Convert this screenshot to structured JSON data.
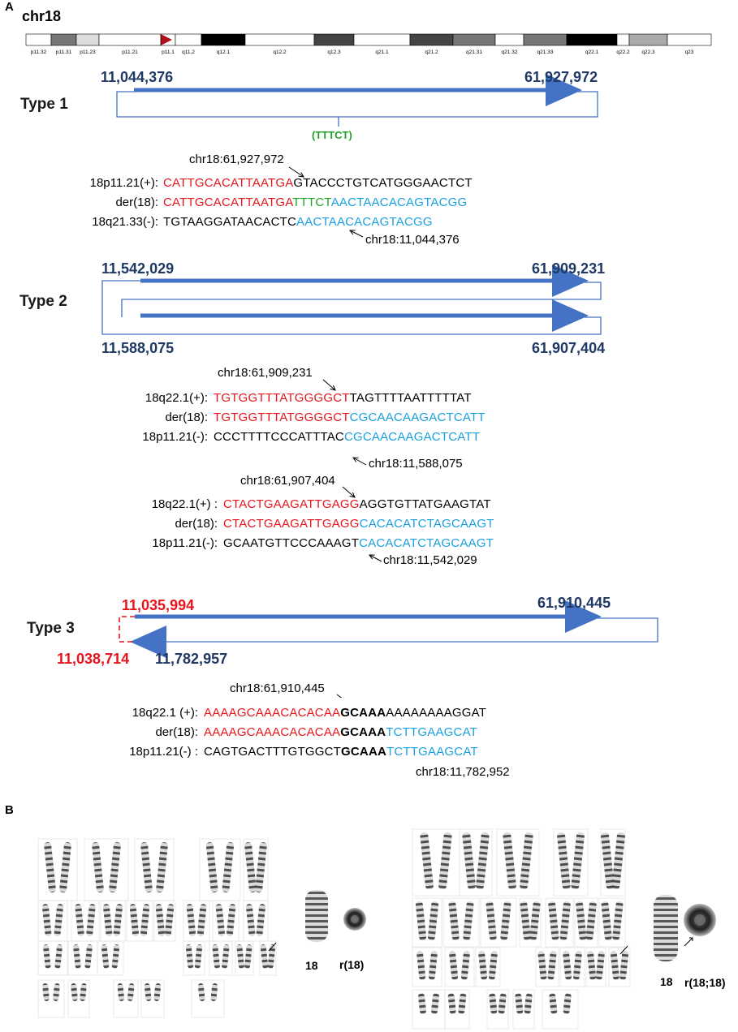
{
  "panel_a": {
    "letter": "A",
    "chromosome": "chr18",
    "bands": [
      "p11.32",
      "p11.31",
      "p11.23",
      "p11.21",
      "p11.1",
      "q11.2",
      "q12.1",
      "q12.2",
      "q12.3",
      "q21.1",
      "q21.2",
      "q21.31",
      "q21.32",
      "q21.33",
      "q22.1",
      "q22.2",
      "q22.3",
      "q23"
    ],
    "type1": {
      "label": "Type 1",
      "start": "11,044,376",
      "end": "61,927,972",
      "insertion": "(TTTCT)",
      "junction_label": "chr18:61,927,972",
      "breakpoint_label": "chr18:11,044,376",
      "rows": [
        {
          "label": "18p11.21(+):",
          "parts": [
            [
              "r",
              "CATTGCACATTAATGA"
            ],
            [
              "k",
              "GTACCCTGTCATGGGAACTCT"
            ]
          ]
        },
        {
          "label": "der(18):",
          "parts": [
            [
              "r",
              "CATTGCACATTAATGA"
            ],
            [
              "g",
              "TTTCT"
            ],
            [
              "b",
              "AACTAACACAGTACGG"
            ]
          ]
        },
        {
          "label": "18q21.33(-):",
          "parts": [
            [
              "k",
              "TGTAAGGATAACACTC"
            ],
            [
              "b",
              "AACTAACACAGTACGG"
            ]
          ]
        }
      ]
    },
    "type2": {
      "label": "Type 2",
      "top_left": "11,542,029",
      "top_right": "61,909,231",
      "bottom_left": "11,588,075",
      "bottom_right": "61,907,404",
      "block1": {
        "junction_label": "chr18:61,909,231",
        "breakpoint_label": "chr18:11,588,075",
        "rows": [
          {
            "label": "18q22.1(+):",
            "parts": [
              [
                "r",
                "TGTGGTTTATGGGGCT"
              ],
              [
                "k",
                "TAGTTTTAATTTTTAT"
              ]
            ]
          },
          {
            "label": "der(18):",
            "parts": [
              [
                "r",
                "TGTGGTTTATGGGGCT"
              ],
              [
                "b",
                "CGCAACAAGACTCATT"
              ]
            ]
          },
          {
            "label": "18p11.21(-):",
            "parts": [
              [
                "k",
                "CCCTTTTCCCATTTAC"
              ],
              [
                "b",
                "CGCAACAAGACTCATT"
              ]
            ]
          }
        ]
      },
      "block2": {
        "junction_label": "chr18:61,907,404",
        "breakpoint_label": "chr18:11,542,029",
        "rows": [
          {
            "label": "18q22.1(+) :",
            "parts": [
              [
                "r",
                "CTACTGAAGATTGAGG"
              ],
              [
                "k",
                "AGGTGTTATGAAGTAT"
              ]
            ]
          },
          {
            "label": "der(18):",
            "parts": [
              [
                "r",
                "CTACTGAAGATTGAGG"
              ],
              [
                "b",
                "CACACATCTAGCAAGT"
              ]
            ]
          },
          {
            "label": "18p11.21(-):",
            "parts": [
              [
                "k",
                "GCAATGTTCCCAAAGT"
              ],
              [
                "b",
                "CACACATCTAGCAAGT"
              ]
            ]
          }
        ]
      }
    },
    "type3": {
      "label": "Type 3",
      "red_top": "11,035,994",
      "red_bottom": "11,038,714",
      "right_top": "61,910,445",
      "bottom_blue": "11,782,957",
      "junction_label": "chr18:61,910,445",
      "breakpoint_label": "chr18:11,782,952",
      "rows": [
        {
          "label": "18q22.1 (+):",
          "parts": [
            [
              "r",
              "AAAAGCAAACACACAA"
            ],
            [
              "kb",
              "GCAAA"
            ],
            [
              "k",
              "AAAAAAAAGGAT"
            ]
          ]
        },
        {
          "label": "der(18):",
          "parts": [
            [
              "r",
              "AAAAGCAAACACACAA"
            ],
            [
              "kb",
              "GCAAA"
            ],
            [
              "b",
              "TCTTGAAGCAT"
            ]
          ]
        },
        {
          "label": "18p11.21(-) :",
          "parts": [
            [
              "k",
              "CAGTGACTTTGTGGCT"
            ],
            [
              "kb",
              "GCAAA"
            ],
            [
              "b",
              "TCTTGAAGCAT"
            ]
          ]
        }
      ]
    }
  },
  "panel_b": {
    "letter": "B",
    "left_labels": {
      "normal": "18",
      "ring": "r(18)"
    },
    "right_labels": {
      "normal": "18",
      "ring": "r(18;18)"
    }
  },
  "colors": {
    "sequence_red": "#e8141c",
    "sequence_blue": "#1aa0e0",
    "insertion_green": "#22a22a",
    "coordinate_navy": "#1f3864",
    "arrow_blue": "#4472c4"
  }
}
